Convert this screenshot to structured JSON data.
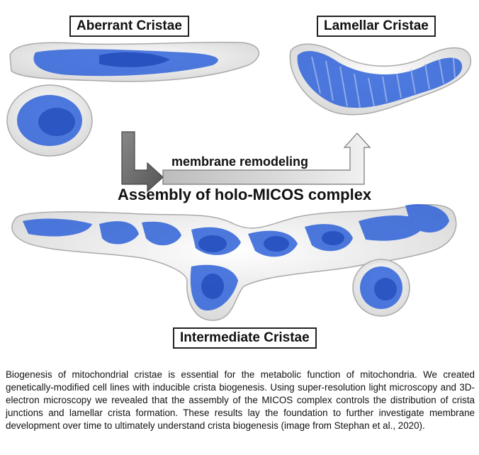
{
  "labels": {
    "aberrant": "Aberrant Cristae",
    "lamellar": "Lamellar Cristae",
    "intermediate": "Intermediate Cristae",
    "remodeling": "membrane remodeling",
    "assembly": "Assembly of holo-MICOS complex"
  },
  "caption": "Biogenesis of mitochondrial cristae is essential for the metabolic function of mitochondria. We created genetically-modified cell lines with inducible crista biogenesis. Using super-resolution light microscopy and 3D-electron microscopy we revealed that the assembly of the MICOS complex controls the distribution of crista junctions and lamellar crista formation. These results lay the foundation to further investigate membrane development over time to ultimately understand crista biogenesis (image from Stephan et al., 2020).",
  "colors": {
    "cristae_blue": "#2f62d8",
    "membrane_gray": "#d9d9d9",
    "arrow_dark": "#6a6a6a",
    "arrow_light": "#d6d6d6"
  }
}
